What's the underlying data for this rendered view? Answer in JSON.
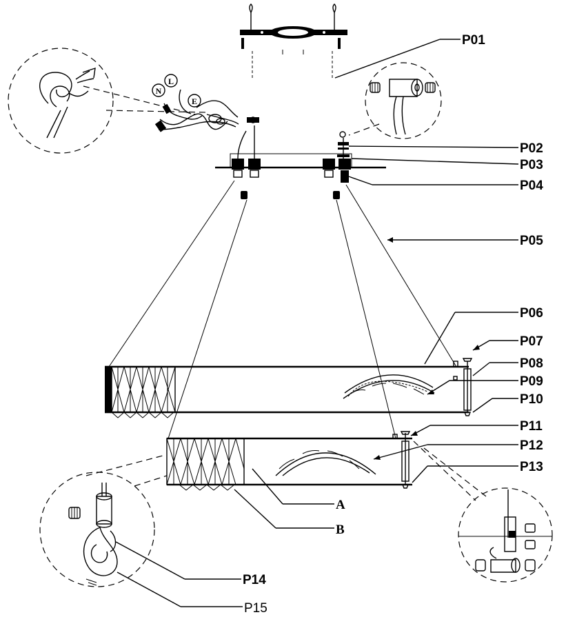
{
  "labels": {
    "P01": "P01",
    "P02": "P02",
    "P03": "P03",
    "P04": "P04",
    "P05": "P05",
    "P06": "P06",
    "P07": "P07",
    "P08": "P08",
    "P09": "P09",
    "P10": "P10",
    "P11": "P11",
    "P12": "P12",
    "P13": "P13",
    "P14": "P14",
    "P15": "P15",
    "A": "A",
    "B": "B"
  },
  "wire_markers": {
    "N": "N",
    "L": "L",
    "E": "E"
  }
}
